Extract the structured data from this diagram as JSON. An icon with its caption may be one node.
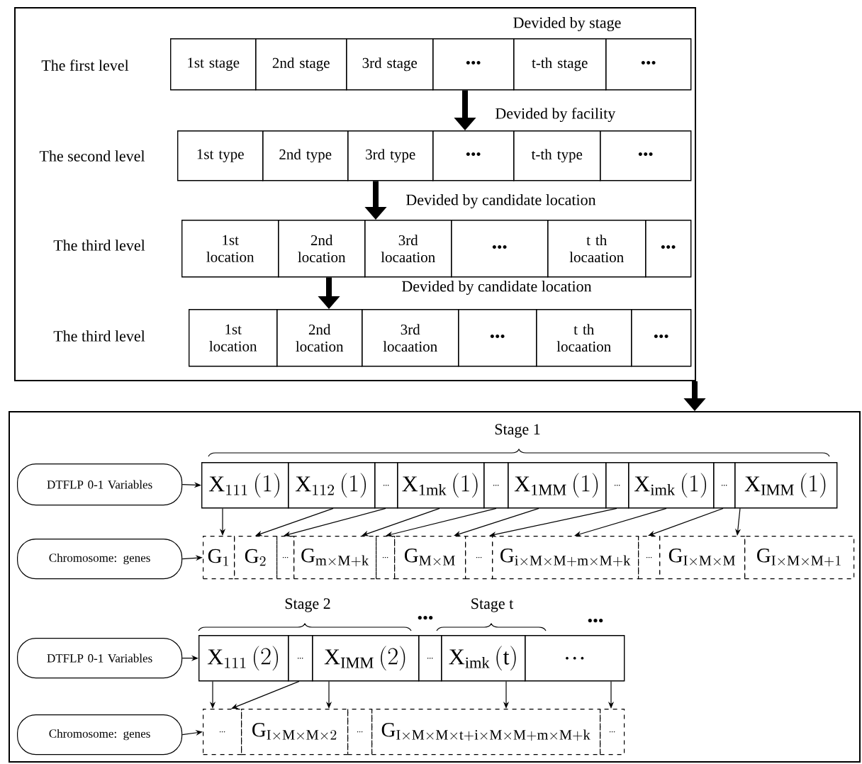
{
  "diagram": {
    "nodes": [
      {
        "text": [],
        "shape": "box"
      },
      {
        "text": [
          "1st stage"
        ],
        "in": 0
      },
      {
        "text": [
          "2nd stage"
        ],
        "in": 0
      },
      {
        "text": [
          "3rd stage"
        ],
        "in": 0
      },
      {
        "text": [
          "•••"
        ],
        "in": 0
      },
      {
        "text": [
          "t-th stage"
        ],
        "in": 0
      },
      {
        "text": [
          "•••"
        ],
        "in": 0
      },
      {
        "text": [
          "1st type"
        ],
        "in": 0
      },
      {
        "text": [
          "2nd type"
        ],
        "in": 0
      },
      {
        "text": [
          "3rd type"
        ],
        "in": 0
      },
      {
        "text": [
          "•••"
        ],
        "in": 0
      },
      {
        "text": [
          "t-th type"
        ],
        "in": 0
      },
      {
        "text": [
          "•••"
        ],
        "in": 0
      },
      {
        "text": [
          "1st location"
        ],
        "in": 0
      },
      {
        "text": [
          "2nd location"
        ],
        "in": 0
      },
      {
        "text": [
          "3rd locaation"
        ],
        "in": 0
      },
      {
        "text": [
          "•••"
        ],
        "in": 0
      },
      {
        "text": [
          "t th locaation"
        ],
        "in": 0
      },
      {
        "text": [
          "•••"
        ],
        "in": 0
      },
      {
        "text": [
          "1st location"
        ],
        "in": 0
      },
      {
        "text": [
          "2nd location"
        ],
        "in": 0
      },
      {
        "text": [
          "3rd locaation"
        ],
        "in": 0
      },
      {
        "text": [
          "•••"
        ],
        "in": 0
      },
      {
        "text": [
          "t th locaation"
        ],
        "in": 0
      },
      {
        "text": [
          "•••"
        ],
        "in": 0
      },
      {
        "text": [],
        "shape": "box"
      },
      {
        "text": [
          "DTFLP 0-1 Variables"
        ],
        "in": 25
      },
      {
        "text": [
          "\\mathrm{X}_{111}\\,(1)"
        ],
        "in": 25
      },
      {
        "text": [
          "\\mathrm{X}_{112}\\,(1)"
        ],
        "in": 25
      },
      {
        "text": [
          "..."
        ],
        "in": 25
      },
      {
        "text": [
          "\\mathrm{X}_{\\mathrm{1mk}}\\,(1)"
        ],
        "in": 25
      },
      {
        "text": [
          "..."
        ],
        "in": 25
      },
      {
        "text": [
          "\\mathrm{X}_{\\mathrm{1MM}}\\,(1)"
        ],
        "in": 25
      },
      {
        "text": [
          "..."
        ],
        "in": 25
      },
      {
        "text": [
          "\\mathrm{X}_{\\mathrm{imk}}\\,(1)"
        ],
        "in": 25
      },
      {
        "text": [
          "..."
        ],
        "in": 25
      },
      {
        "text": [
          "\\mathrm{X}_{\\mathrm{IMM}}\\,(1)"
        ],
        "in": 25
      },
      {
        "text": [
          "Chromosome: genes"
        ],
        "in": 25
      },
      {
        "text": [
          "\\mathrm{G}_{1}"
        ],
        "in": 25
      },
      {
        "text": [
          "\\mathrm{G}_{2}"
        ],
        "in": 25
      },
      {
        "text": [
          "..."
        ],
        "in": 25
      },
      {
        "text": [
          "\\mathrm{G}_{\\mathrm{m}\\times \\mathrm{M}+\\mathrm{k}}"
        ],
        "in": 25
      },
      {
        "text": [
          "..."
        ],
        "in": 25
      },
      {
        "text": [
          "\\mathrm{G}_{\\mathrm{M}\\times \\mathrm{M}}"
        ],
        "in": 25
      },
      {
        "text": [
          "..."
        ],
        "in": 25
      },
      {
        "text": [
          "\\mathrm{G}_{\\mathrm{i}\\times \\mathrm{M}\\times \\mathrm{M}+\\mathrm{m}\\times \\mathrm{M}+\\mathrm{k}}"
        ],
        "in": 25
      },
      {
        "text": [
          "..."
        ],
        "in": 25
      },
      {
        "text": [
          "\\mathrm{G}_{\\mathrm{I}\\times \\mathrm{M}\\times \\mathrm{M}}"
        ],
        "in": 25
      },
      {
        "text": [
          "\\mathrm{G}_{\\mathrm{I}\\times \\mathrm{M}\\times \\mathrm{M}+1}"
        ],
        "in": 25
      },
      {
        "text": [
          "DTFLP 0-1 Variables"
        ],
        "in": 25
      },
      {
        "text": [
          "\\mathrm{X}_{111}\\,(2)"
        ],
        "in": 25
      },
      {
        "text": [
          "..."
        ],
        "in": 25
      },
      {
        "text": [
          "\\mathrm{X}_{\\mathrm{IMM}}\\,(2)"
        ],
        "in": 25
      },
      {
        "text": [
          "..."
        ],
        "in": 25
      },
      {
        "text": [
          "\\mathrm{X}_{\\mathrm{imk}}\\,(\\mathrm{t})"
        ],
        "in": 25
      },
      {
        "text": [
          "…"
        ],
        "in": 25
      },
      {
        "text": [
          "Chromosome: genes"
        ],
        "in": 25
      },
      {
        "text": [
          "..."
        ],
        "in": 25
      },
      {
        "text": [
          "\\mathrm{G}_{\\mathrm{I}\\times \\mathrm{M}\\times \\mathrm{M}\\times 2}"
        ],
        "in": 25
      },
      {
        "text": [
          "..."
        ],
        "in": 25
      },
      {
        "text": [
          "\\mathrm{G}_{\\mathrm{I}\\times \\mathrm{M}\\times \\mathrm{M}\\times \\mathrm{t}+\\mathrm{i}\\times \\mathrm{M}\\times \\mathrm{M}+\\mathrm{m}\\times \\mathrm{M}+\\mathrm{k}}"
        ],
        "in": 25
      },
      {
        "text": [
          "..."
        ],
        "in": 25
      }
    ],
    "edges": [
      {
        "from": 4,
        "to": 10,
        "arrow": "to",
        "style": "thick",
        "label": "Devided by facility"
      },
      {
        "from": 9,
        "to": 15,
        "arrow": "to",
        "style": "thick",
        "label": "Devided by candidate location"
      },
      {
        "from": 14,
        "to": 20,
        "arrow": "to",
        "style": "thick",
        "label": "Devided by candidate location"
      },
      {
        "from": 0,
        "to": 25,
        "arrow": "to",
        "style": "thick"
      },
      {
        "from": 26,
        "to": 27,
        "arrow": "to"
      },
      {
        "from": 37,
        "to": 38,
        "arrow": "to"
      },
      {
        "from": 27,
        "to": 38,
        "arrow": "to"
      },
      {
        "from": 28,
        "to": 39,
        "arrow": "to"
      },
      {
        "from": 29,
        "to": 40,
        "arrow": "to"
      },
      {
        "from": 30,
        "to": 41,
        "arrow": "to"
      },
      {
        "from": 31,
        "to": 42,
        "arrow": "to"
      },
      {
        "from": 32,
        "to": 43,
        "arrow": "to"
      },
      {
        "from": 33,
        "to": 44,
        "arrow": "to"
      },
      {
        "from": 34,
        "to": 45,
        "arrow": "to"
      },
      {
        "from": 35,
        "to": 46,
        "arrow": "to"
      },
      {
        "from": 36,
        "to": 47,
        "arrow": "to"
      },
      {
        "from": 49,
        "to": 50,
        "arrow": "to"
      },
      {
        "from": 56,
        "to": 57,
        "arrow": "to"
      },
      {
        "from": 50,
        "to": 57,
        "arrow": "to"
      },
      {
        "from": 51,
        "to": 57,
        "arrow": "to"
      },
      {
        "from": 52,
        "to": 58,
        "arrow": "to"
      },
      {
        "from": 54,
        "to": 60,
        "arrow": "to"
      },
      {
        "from": 55,
        "to": 61,
        "arrow": "to"
      }
    ],
    "labels": [
      "Devided by stage",
      "The first level",
      "The second level",
      "The third level",
      "The third level",
      "Stage 1",
      "Stage 2",
      "•••",
      "Stage t",
      "•••"
    ]
  }
}
